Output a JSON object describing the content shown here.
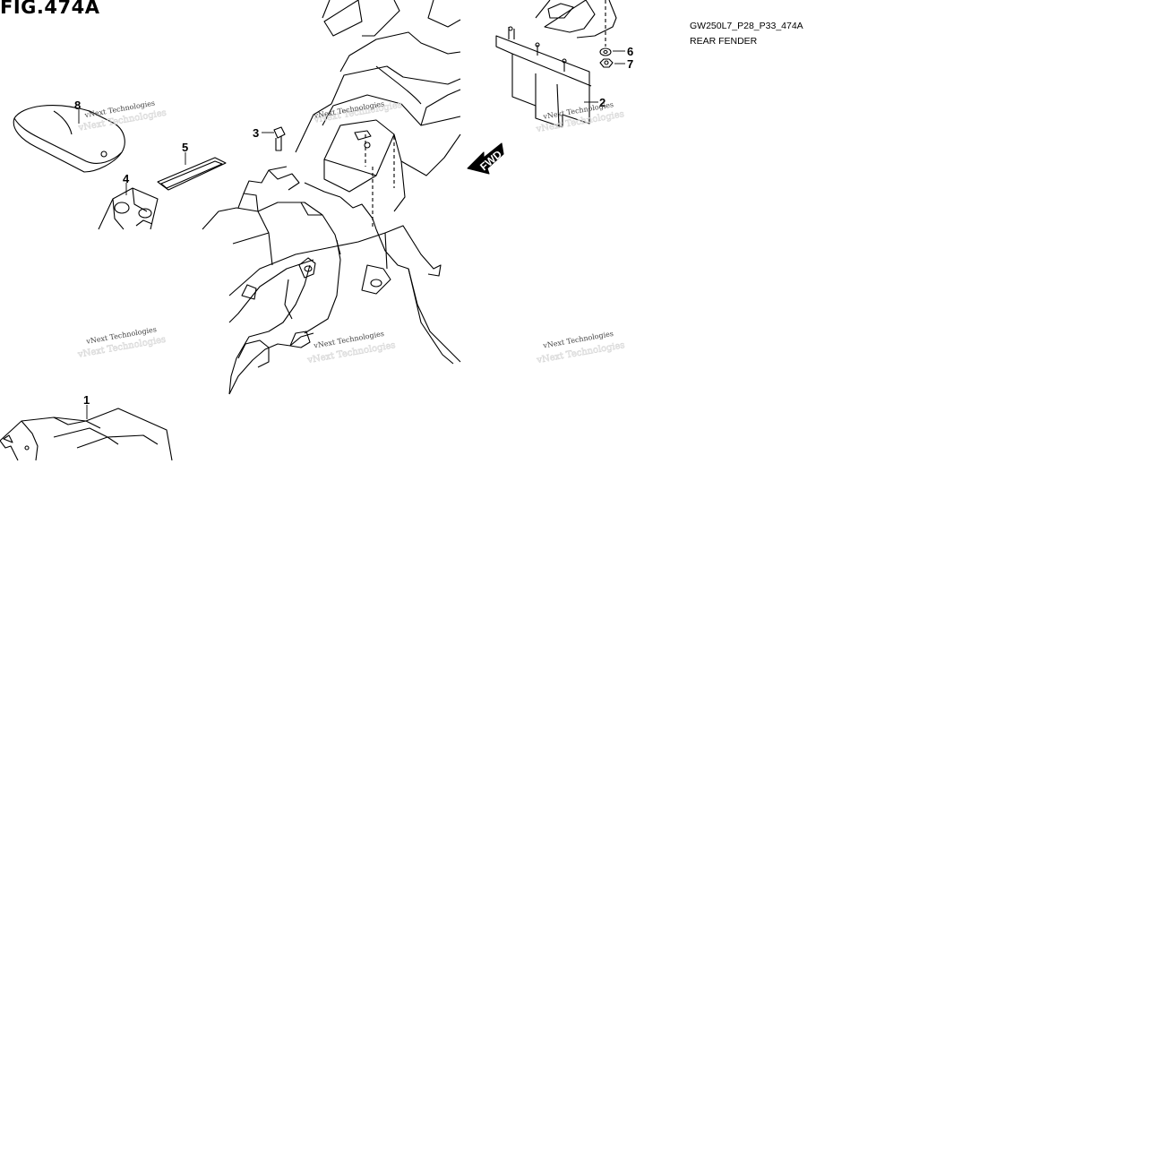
{
  "figure": {
    "title": "FIG.474A",
    "code": "GW250L7_P28_P33_474A",
    "name": "REAR FENDER"
  },
  "callouts": [
    "1",
    "2",
    "3",
    "4",
    "5",
    "6",
    "7",
    "8"
  ],
  "watermark": "vNext Technologies",
  "direction_label": "FWD"
}
